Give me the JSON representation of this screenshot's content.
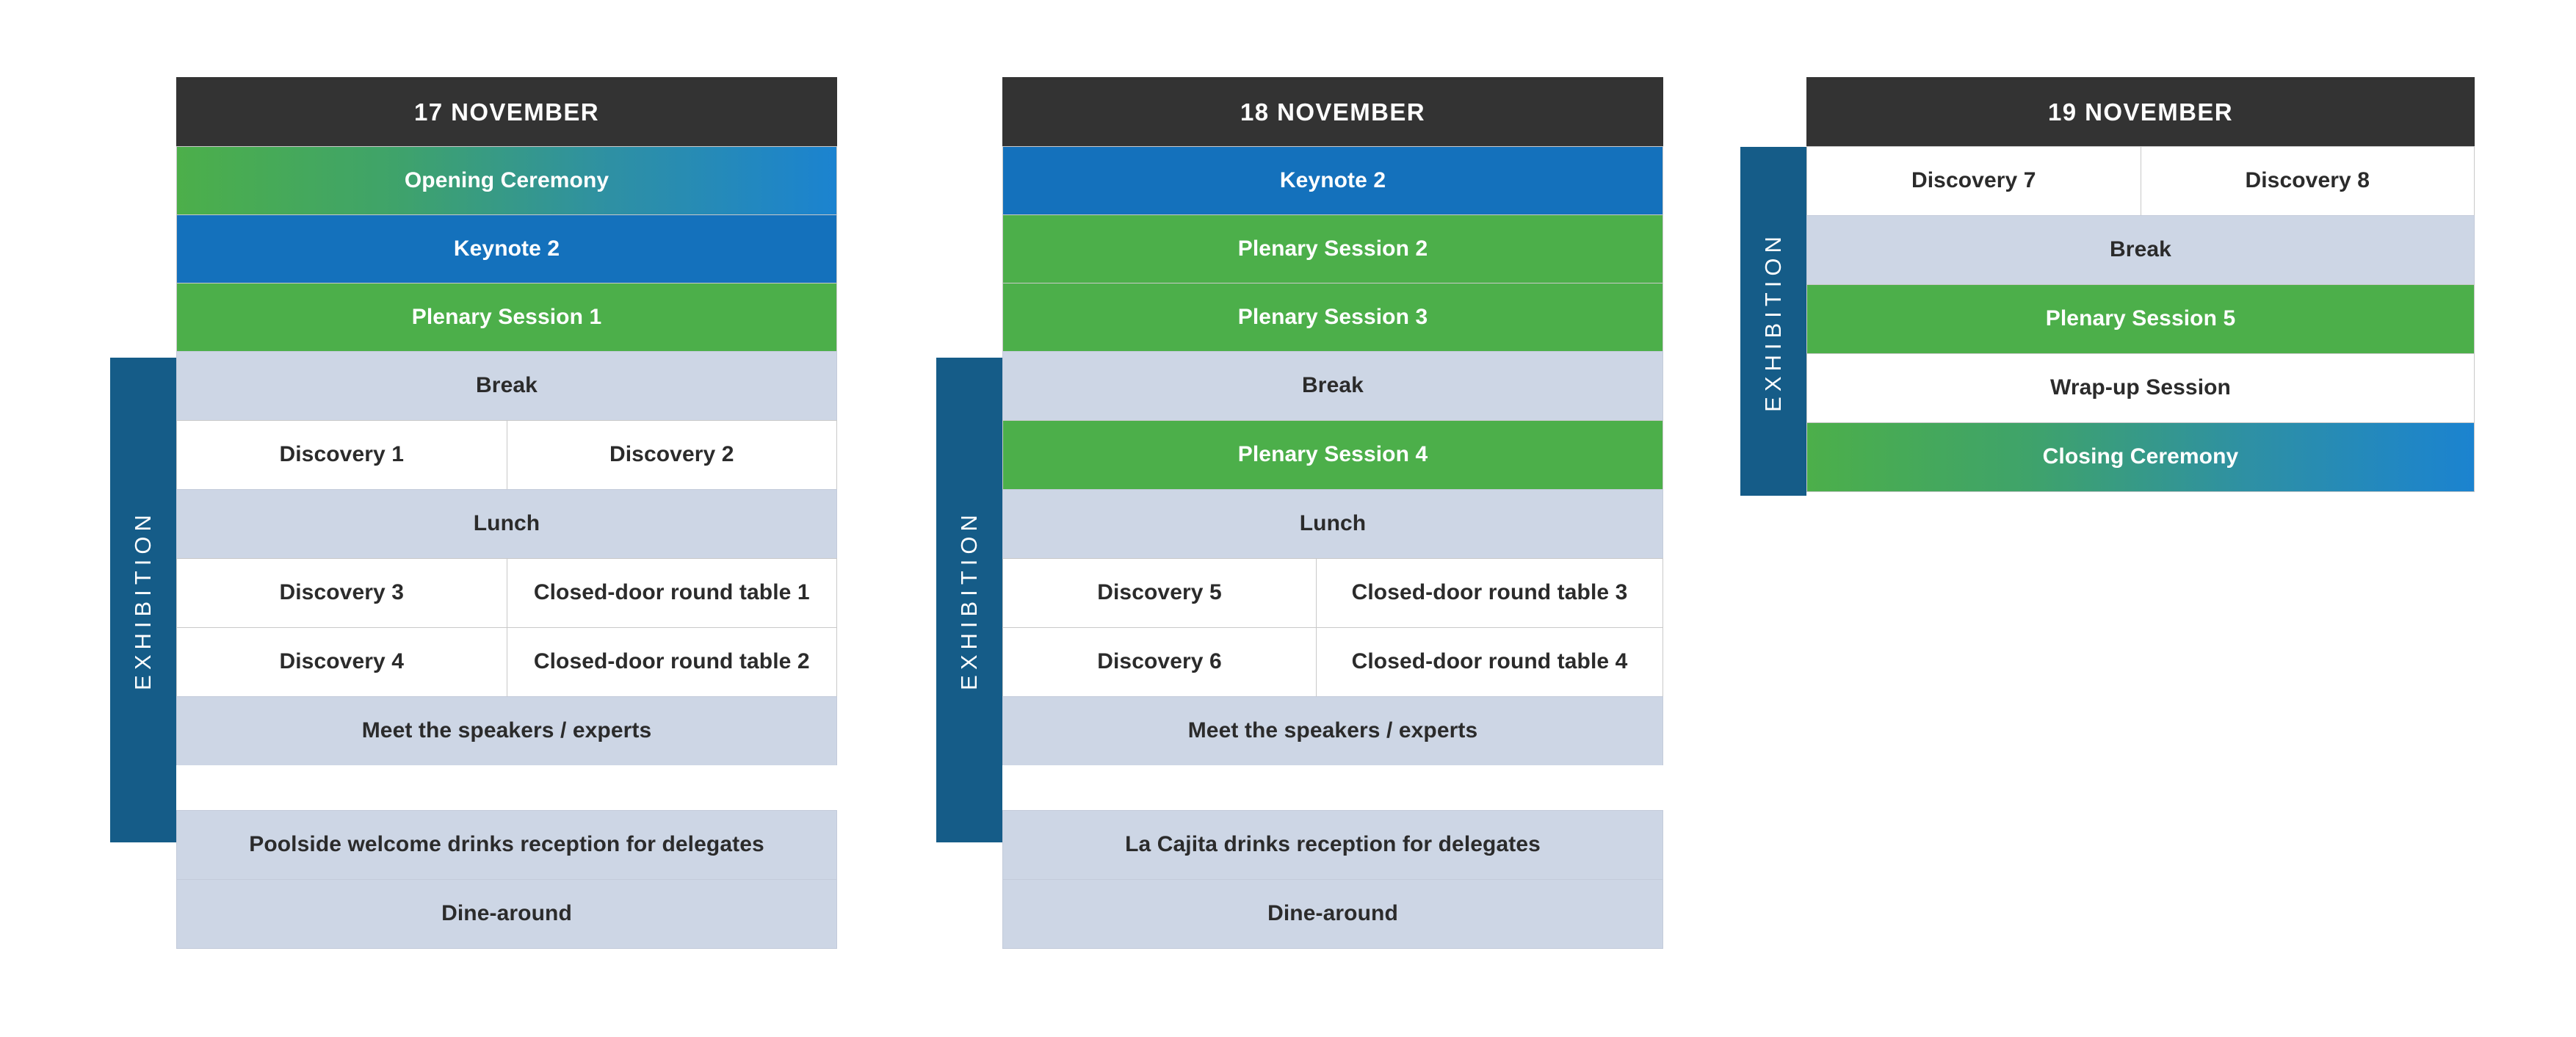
{
  "board": {
    "exhibition_label": "EXHIBITION",
    "colors": {
      "header": "#333333",
      "green": "#4CAF4A",
      "blue": "#1471BC",
      "grey": "#CDD6E5",
      "white": "#FFFFFF",
      "exhibition_navy": "#155C88",
      "gradient_from": "#4CAF4A",
      "gradient_to": "#1B83D0",
      "text_dark": "#2B2B2B",
      "text_light": "#FFFFFF",
      "border": "#C9C9C9"
    }
  },
  "days": [
    {
      "id": "day-17-november",
      "header": "17 NOVEMBER",
      "rows": [
        {
          "style": "gradient",
          "cells": [
            {
              "label": "Opening Ceremony"
            }
          ]
        },
        {
          "style": "blue",
          "cells": [
            {
              "label": "Keynote 2"
            }
          ]
        },
        {
          "style": "green",
          "cells": [
            {
              "label": "Plenary Session 1"
            }
          ]
        },
        {
          "style": "grey",
          "cells": [
            {
              "label": "Break"
            }
          ]
        },
        {
          "style": "white",
          "cells": [
            {
              "label": "Discovery 1"
            },
            {
              "label": "Discovery 2"
            }
          ]
        },
        {
          "style": "grey",
          "cells": [
            {
              "label": "Lunch"
            }
          ]
        },
        {
          "style": "white",
          "cells": [
            {
              "label": "Discovery 3"
            },
            {
              "label": "Closed-door round table 1"
            }
          ]
        },
        {
          "style": "white",
          "cells": [
            {
              "label": "Discovery 4"
            },
            {
              "label": "Closed-door round table 2"
            }
          ]
        },
        {
          "style": "grey",
          "cells": [
            {
              "label": "Meet the speakers / experts"
            }
          ]
        },
        {
          "style": "empty",
          "cells": [
            {
              "label": ""
            }
          ]
        },
        {
          "style": "grey",
          "cells": [
            {
              "label": "Poolside welcome drinks reception for delegates"
            }
          ]
        },
        {
          "style": "grey",
          "cells": [
            {
              "label": "Dine-around"
            }
          ]
        }
      ]
    },
    {
      "id": "day-18-november",
      "header": "18 NOVEMBER",
      "rows": [
        {
          "style": "blue",
          "cells": [
            {
              "label": "Keynote 2"
            }
          ]
        },
        {
          "style": "green",
          "cells": [
            {
              "label": "Plenary Session 2"
            }
          ]
        },
        {
          "style": "green",
          "cells": [
            {
              "label": "Plenary Session 3"
            }
          ]
        },
        {
          "style": "grey",
          "cells": [
            {
              "label": "Break"
            }
          ]
        },
        {
          "style": "green",
          "cells": [
            {
              "label": "Plenary Session 4"
            }
          ]
        },
        {
          "style": "grey",
          "cells": [
            {
              "label": "Lunch"
            }
          ]
        },
        {
          "style": "white",
          "cells": [
            {
              "label": "Discovery 5"
            },
            {
              "label": "Closed-door round table 3"
            }
          ]
        },
        {
          "style": "white",
          "cells": [
            {
              "label": "Discovery 6"
            },
            {
              "label": "Closed-door round table 4"
            }
          ]
        },
        {
          "style": "grey",
          "cells": [
            {
              "label": "Meet the speakers / experts"
            }
          ]
        },
        {
          "style": "empty",
          "cells": [
            {
              "label": ""
            }
          ]
        },
        {
          "style": "grey",
          "cells": [
            {
              "label": "La Cajita drinks reception for delegates"
            }
          ]
        },
        {
          "style": "grey",
          "cells": [
            {
              "label": "Dine-around"
            }
          ]
        }
      ]
    },
    {
      "id": "day-19-november",
      "header": "19 NOVEMBER",
      "rows": [
        {
          "style": "white",
          "cells": [
            {
              "label": "Discovery 7"
            },
            {
              "label": "Discovery 8"
            }
          ]
        },
        {
          "style": "grey",
          "cells": [
            {
              "label": "Break"
            }
          ]
        },
        {
          "style": "green",
          "cells": [
            {
              "label": "Plenary Session 5"
            }
          ]
        },
        {
          "style": "white",
          "cells": [
            {
              "label": "Wrap-up Session"
            }
          ]
        },
        {
          "style": "gradient",
          "cells": [
            {
              "label": "Closing Ceremony"
            }
          ]
        }
      ]
    }
  ]
}
